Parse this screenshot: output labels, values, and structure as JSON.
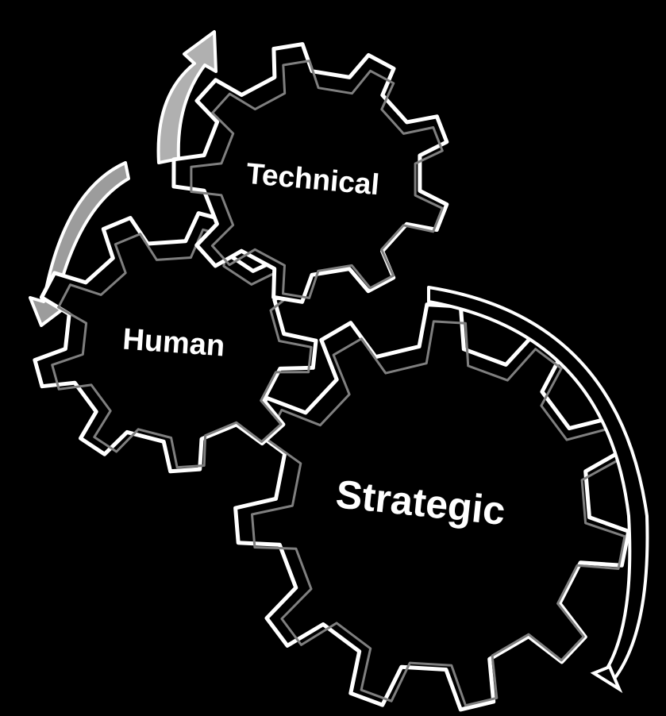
{
  "diagram": {
    "gears": [
      {
        "id": "technical",
        "label": "Technical"
      },
      {
        "id": "human",
        "label": "Human"
      },
      {
        "id": "strategic",
        "label": "Strategic"
      }
    ],
    "colors": {
      "background": "#000000",
      "gear_fill": "#000000",
      "gear_outline": "#ffffff",
      "gear_side": "#8a8a8a",
      "arrow_fill": "#b0b0b0",
      "arrow_outline": "#ffffff",
      "label": "#ffffff"
    }
  }
}
